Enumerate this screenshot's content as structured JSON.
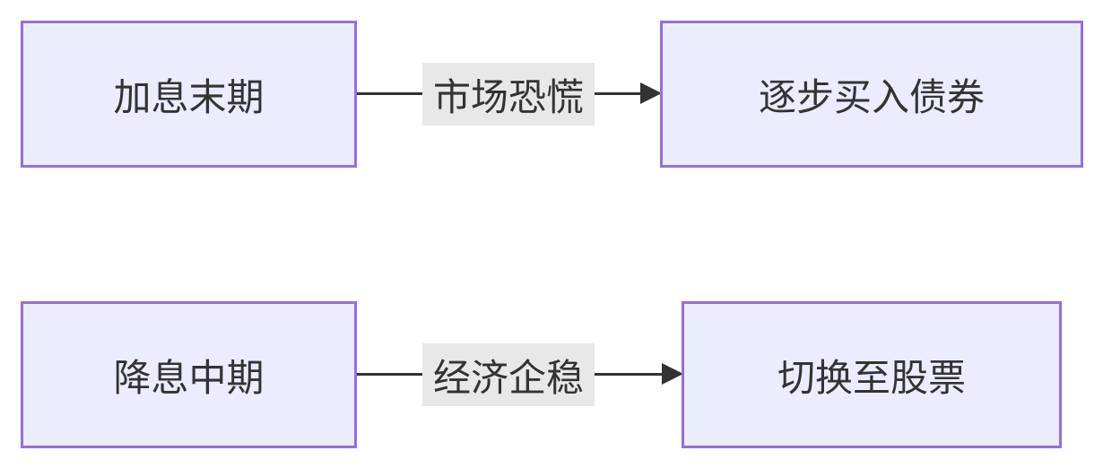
{
  "flowchart": {
    "rows": [
      {
        "source": "加息末期",
        "edge_label": "市场恐慌",
        "target": "逐步买入债券"
      },
      {
        "source": "降息中期",
        "edge_label": "经济企稳",
        "target": "切换至股票"
      }
    ]
  },
  "colors": {
    "node_fill": "#ececff",
    "node_border": "#9370db",
    "edge": "#333333",
    "label_bg": "#e8e8e8",
    "text": "#333333"
  }
}
